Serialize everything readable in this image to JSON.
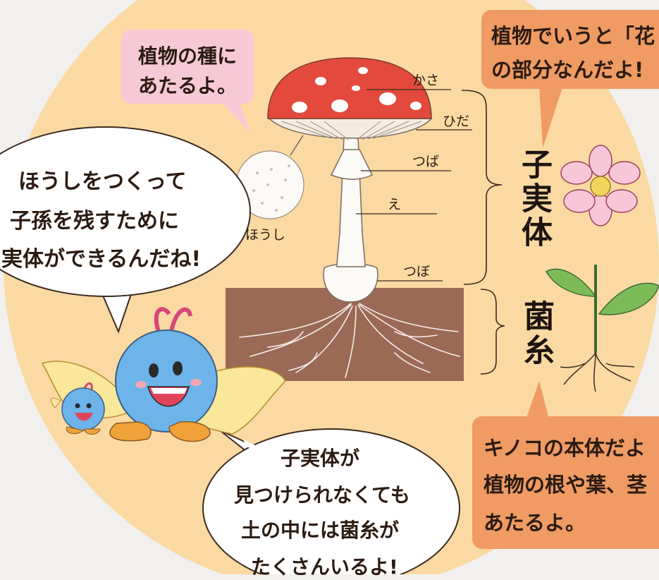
{
  "callouts": {
    "seed": {
      "line1": "植物の種に",
      "line2": "あたるよ。"
    },
    "flower": {
      "line1": "植物でいうと「花",
      "line2": "の部分なんだよ!"
    },
    "spores_speech": {
      "line1": "ほうしをつくって",
      "line2": "子孫を残すために",
      "line3": "実体ができるんだね!"
    },
    "soil_speech": {
      "line1": "子実体が",
      "line2": "見つけられなくても",
      "line3": "土の中には菌糸が",
      "line4": "たくさんいるよ!"
    },
    "mycelium_info": {
      "line1": "キノコの本体だよ",
      "line2": "植物の根や葉、茎",
      "line3": "あたるよ。"
    }
  },
  "labels": {
    "kasa": "かさ",
    "hida": "ひだ",
    "tsuba": "つば",
    "e": "え",
    "tsubo": "つぼ",
    "houshi": "ほうし"
  },
  "groups": {
    "fruiting_body": "子実体",
    "mycelium": "菌糸"
  },
  "colors": {
    "background_circle": "#fbd9a3",
    "cap_red": "#e34a3d",
    "soil_brown": "#9a6a56",
    "orange_box": "#ef9b63",
    "pink_box": "#f6c9d7"
  }
}
